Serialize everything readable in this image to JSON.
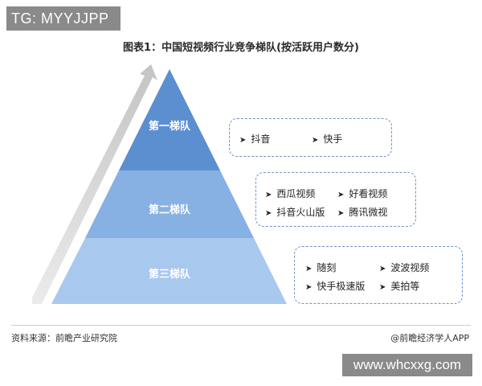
{
  "watermark_top": "TG: MYYJJPP",
  "title": "图表1：中国短视频行业竞争梯队(按活跃用户数分)",
  "tiers": [
    {
      "label": "第一梯队",
      "items": [
        "抖音",
        "快手"
      ]
    },
    {
      "label": "第二梯队",
      "items": [
        "西瓜视频",
        "好看视频",
        "抖音火山版",
        "腾讯微视"
      ]
    },
    {
      "label": "第三梯队",
      "items": [
        "随刻",
        "波波视频",
        "快手极速版",
        "美拍等"
      ]
    }
  ],
  "footer": {
    "source": "资料来源：前瞻产业研究院",
    "brand": "@前瞻经济学人APP"
  },
  "watermark_bottom": "www.whcxxg.com",
  "colors": {
    "tier1": "#5b8fd0",
    "tier2": "#87b0e3",
    "tier3": "#a9c8ee",
    "box_border": "#6f93c4"
  }
}
